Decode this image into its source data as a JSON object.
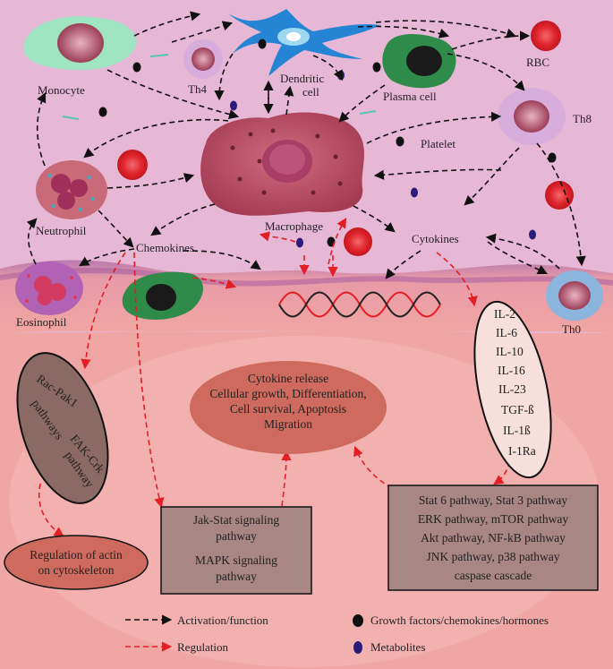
{
  "cells": {
    "monocyte": "Monocyte",
    "th4": "Th4",
    "dendritic": [
      "Dendritic",
      "cell"
    ],
    "plasma": "Plasma cell",
    "rbc": "RBC",
    "th8": "Th8",
    "platelet": "Platelet",
    "neutrophil": "Neutrophil",
    "macrophage": "Macrophage",
    "chemokines": "Chemokines",
    "cytokines": "Cytokines",
    "eosinophil": "Eosinophil",
    "th0": "Th0"
  },
  "outcome": {
    "lines": [
      "Cytokine release",
      "Cellular growth, Differentiation,",
      "Cell survival, Apoptosis",
      "Migration"
    ]
  },
  "left_pathways": {
    "lines": [
      "Rac-Pak1",
      "pathways",
      "FAK-Crk",
      "pathway"
    ]
  },
  "actin": {
    "lines": [
      "Regulation of actin",
      "on cytoskeleton"
    ]
  },
  "jak_box": {
    "lines": [
      "Jak-Stat signaling",
      "pathway",
      "MAPK signaling",
      "pathway"
    ]
  },
  "cytokine_list": [
    "IL-2",
    "IL-6",
    "IL-10",
    "IL-16",
    "IL-23",
    "TGF-ß",
    "IL-1ß",
    "I-1Ra"
  ],
  "stat_box": {
    "lines": [
      "Stat 6 pathway, Stat 3 pathway",
      "ERK pathway, mTOR pathway",
      "Akt pathway, NF-kB pathway",
      "JNK pathway, p38 pathway",
      "caspase cascade"
    ]
  },
  "legend": {
    "activation": "Activation/function",
    "regulation": "Regulation",
    "growth": "Growth factors/chemokines/hormones",
    "metabolites": "Metabolites"
  },
  "colors": {
    "background": "#e7b7d6",
    "tissue": "#f0a6a4",
    "black_arrow": "#111111",
    "red_arrow": "#e31e24",
    "macrophage": "#b5485e",
    "oval_fill": "#ce6b5e",
    "box_fill": "#a88783",
    "green_cell": "#2e8b4a",
    "rbc": "#e0262e",
    "metabolite": "#2a1c78"
  }
}
